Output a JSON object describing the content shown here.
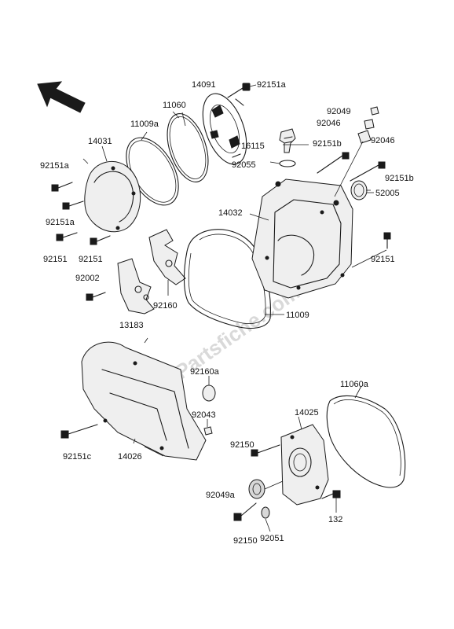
{
  "labels": {
    "l14091": "14091",
    "l92151a_top": "92151a",
    "l11060": "11060",
    "l11009a": "11009a",
    "l14031": "14031",
    "l92151a_left1": "92151a",
    "l92151a_left2": "92151a",
    "l92151_a": "92151",
    "l92151_b": "92151",
    "l92002": "92002",
    "l13183": "13183",
    "l92160": "92160",
    "l14032": "14032",
    "l11009": "11009",
    "l92049": "92049",
    "l92046_a": "92046",
    "l92046_b": "92046",
    "l16115": "16115",
    "l92151b_a": "92151b",
    "l92151b_b": "92151b",
    "l92055": "92055",
    "l52005": "52005",
    "l92151_r": "92151",
    "l92160a": "92160a",
    "l92043": "92043",
    "l92151c": "92151c",
    "l14026": "14026",
    "l11060a": "11060a",
    "l14025": "14025",
    "l92150_a": "92150",
    "l92049a": "92049a",
    "l132": "132",
    "l92150_b": "92150",
    "l92051": "92051"
  },
  "watermark": "Partsfiche.com",
  "icons": {
    "direction_arrow": "front-direction-arrow-icon"
  }
}
